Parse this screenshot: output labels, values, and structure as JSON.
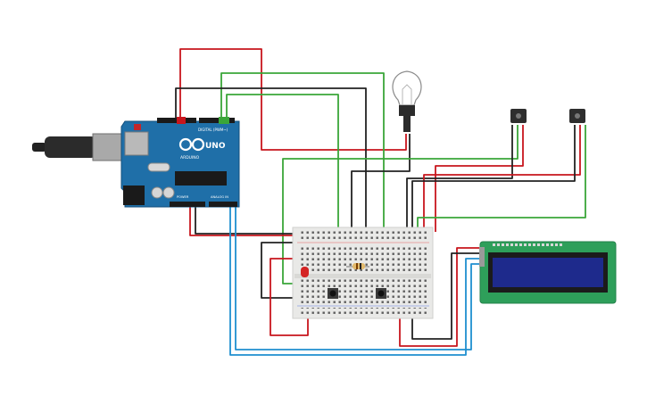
{
  "board": {
    "brand": "ARDUINO",
    "model": "UNO",
    "digital_label": "DIGITAL (PWM~)",
    "analog_label": "ANALOG IN",
    "power_label": "POWER"
  },
  "colors": {
    "red_wire": "#c8161d",
    "black_wire": "#222222",
    "green_wire": "#3aa639",
    "blue_wire": "#1f8fcf",
    "arduino": "#1f6fa8",
    "pcb_green": "#2e9f5a",
    "lcd_screen": "#1e2a8c",
    "breadboard": "#e9e9e7"
  },
  "components": [
    {
      "name": "Arduino Uno",
      "icon": "arduino-board"
    },
    {
      "name": "Breadboard",
      "icon": "breadboard"
    },
    {
      "name": "Light bulb",
      "icon": "bulb-icon"
    },
    {
      "name": "Sensor 1",
      "icon": "sensor-icon"
    },
    {
      "name": "Sensor 2",
      "icon": "sensor-icon"
    },
    {
      "name": "LED",
      "icon": "led-icon"
    },
    {
      "name": "Resistor",
      "icon": "resistor-icon"
    },
    {
      "name": "Push button 1",
      "icon": "button-icon"
    },
    {
      "name": "Push button 2",
      "icon": "button-icon"
    },
    {
      "name": "16x2 LCD",
      "icon": "lcd-icon"
    },
    {
      "name": "USB cable",
      "icon": "usb-icon"
    }
  ]
}
